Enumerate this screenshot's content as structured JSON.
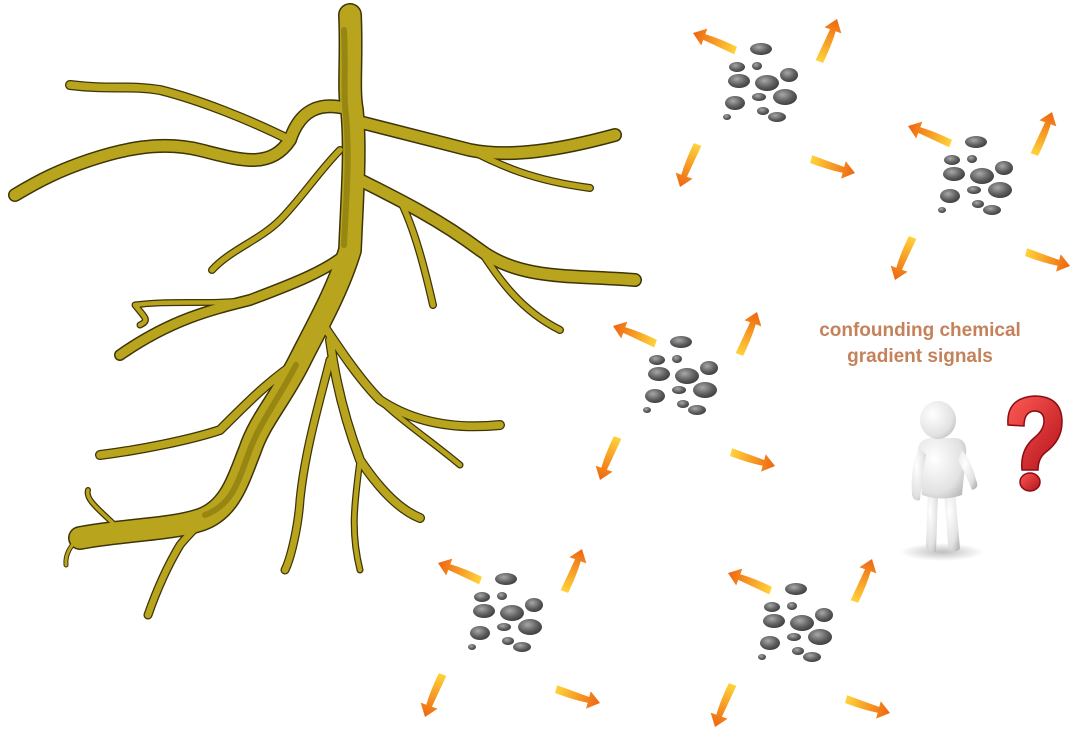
{
  "caption": {
    "line1": "confounding chemical",
    "line2": "gradient signals"
  },
  "question_mark": "?",
  "icons": {
    "root": "root-system-icon",
    "cluster": "particle-cluster-icon",
    "arrow": "diffusion-arrow-icon",
    "figure": "thinking-person-icon",
    "question": "question-mark-icon"
  },
  "colors": {
    "root_fill": "#b9a51d",
    "root_outline": "#3d3408",
    "root_shade": "#8f7e10",
    "particle": "#5f5f5f",
    "arrow_start": "#ffcf33",
    "arrow_end": "#ef6a12",
    "caption": "#c5825a",
    "question": "#e5242b",
    "figure": "#e8e8e8"
  },
  "clusters": [
    {
      "name": "cluster-1"
    },
    {
      "name": "cluster-2"
    },
    {
      "name": "cluster-3"
    },
    {
      "name": "cluster-4"
    },
    {
      "name": "cluster-5"
    }
  ]
}
